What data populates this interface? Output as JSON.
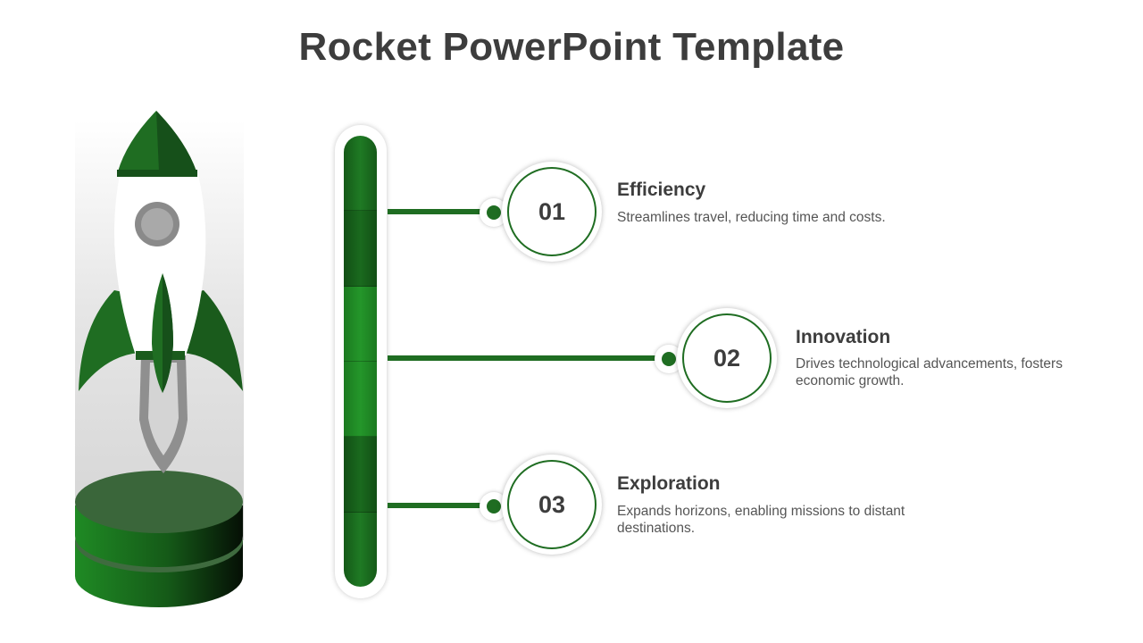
{
  "title": "Rocket PowerPoint Template",
  "colors": {
    "accent": "#1f6d22",
    "accent_light": "#23922a",
    "text_dark": "#3d3d3d",
    "text_muted": "#555555"
  },
  "items": [
    {
      "number": "01",
      "title": "Efficiency",
      "description": "Streamlines travel, reducing time and costs."
    },
    {
      "number": "02",
      "title": "Innovation",
      "description": "Drives technological advancements, fosters economic growth."
    },
    {
      "number": "03",
      "title": "Exploration",
      "description": "Expands horizons, enabling missions to distant destinations."
    }
  ],
  "tube_segments": 6
}
